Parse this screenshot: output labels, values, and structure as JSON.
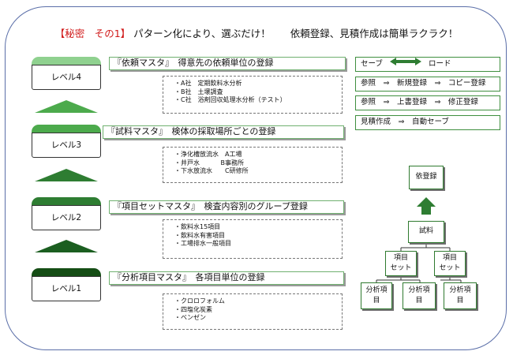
{
  "headline": {
    "lead": "【秘密　その1】",
    "rest": "パターン化により、選ぶだけ！　　依頼登録、見積作成は簡単ラクラク！"
  },
  "levels": [
    {
      "label": "レベル4",
      "cap_color": "#8fd18f"
    },
    {
      "label": "レベル3",
      "cap_color": "#4caa4c"
    },
    {
      "label": "レベル2",
      "cap_color": "#2e7d32"
    },
    {
      "label": "レベル1",
      "cap_color": "#154d15"
    }
  ],
  "triangles": [
    {
      "color": "#4caa4c"
    },
    {
      "color": "#2e7d32"
    },
    {
      "color": "#1b5e20"
    }
  ],
  "masters": [
    {
      "title": "『依頼マスタ』　得意先の依頼単位の登録",
      "items": [
        "・A社　定期飲料水分析",
        "・B社　土壌調査",
        "・C社　浴剤回収処理水分析（テスト）"
      ]
    },
    {
      "title": "『試料マスタ』　検体の採取場所ごとの登録",
      "items": [
        "・浄化槽放流水　A工場",
        "・井戸水　　　 B事務所",
        "・下水放流水　　C研修所"
      ]
    },
    {
      "title": "『項目セットマスタ』　検査内容別のグループ登録",
      "items": [
        "・飲料水15項目",
        "・飲料水有害項目",
        "・工場排水一般項目"
      ]
    },
    {
      "title": "『分析項目マスタ』　各項目単位の登録",
      "items": [
        "・クロロフォルム",
        "・四塩化炭素",
        "・ベンゼン"
      ]
    }
  ],
  "right_panel": {
    "save_load": {
      "save": "セーブ",
      "load": "ロード"
    },
    "flows": [
      "参照　⇒　新規登録　⇒　コピー登録",
      "参照　⇒　上書登録　⇒　修正登録",
      "見積作成　⇒　自動セーブ"
    ],
    "arrow_color": "#2e7d32"
  },
  "tree": {
    "top": "依登録",
    "sample": "試料",
    "set": "項目\nセット",
    "item": "分析項\n目",
    "arrow_color": "#2e7d32"
  }
}
